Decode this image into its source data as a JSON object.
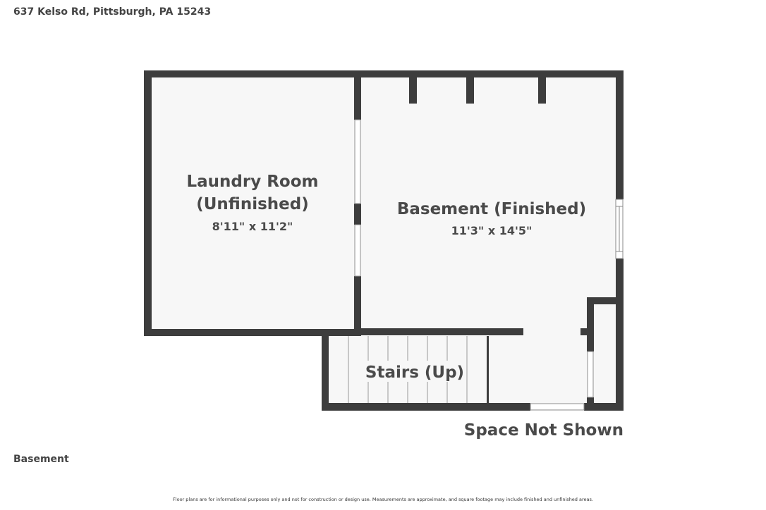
{
  "header": {
    "address": "637 Kelso Rd, Pittsburgh, PA 15243"
  },
  "floor": {
    "label": "Basement"
  },
  "rooms": {
    "laundry": {
      "name_line1": "Laundry Room",
      "name_line2": "(Unfinished)",
      "dimensions": "8'11\" x 11'2\""
    },
    "basement": {
      "name": "Basement (Finished)",
      "dimensions": "11'3\" x 14'5\""
    },
    "stairs": {
      "name": "Stairs (Up)"
    }
  },
  "annotations": {
    "space_not_shown": "Space Not Shown"
  },
  "footer": {
    "disclaimer": "Floor plans are for informational purposes only and not for construction or design use. Measurements are approximate, and square footage may include finished and unfinished areas."
  },
  "colors": {
    "wall": "#3d3d3d",
    "floor": "#f7f7f7",
    "text": "#4a4a4a"
  }
}
